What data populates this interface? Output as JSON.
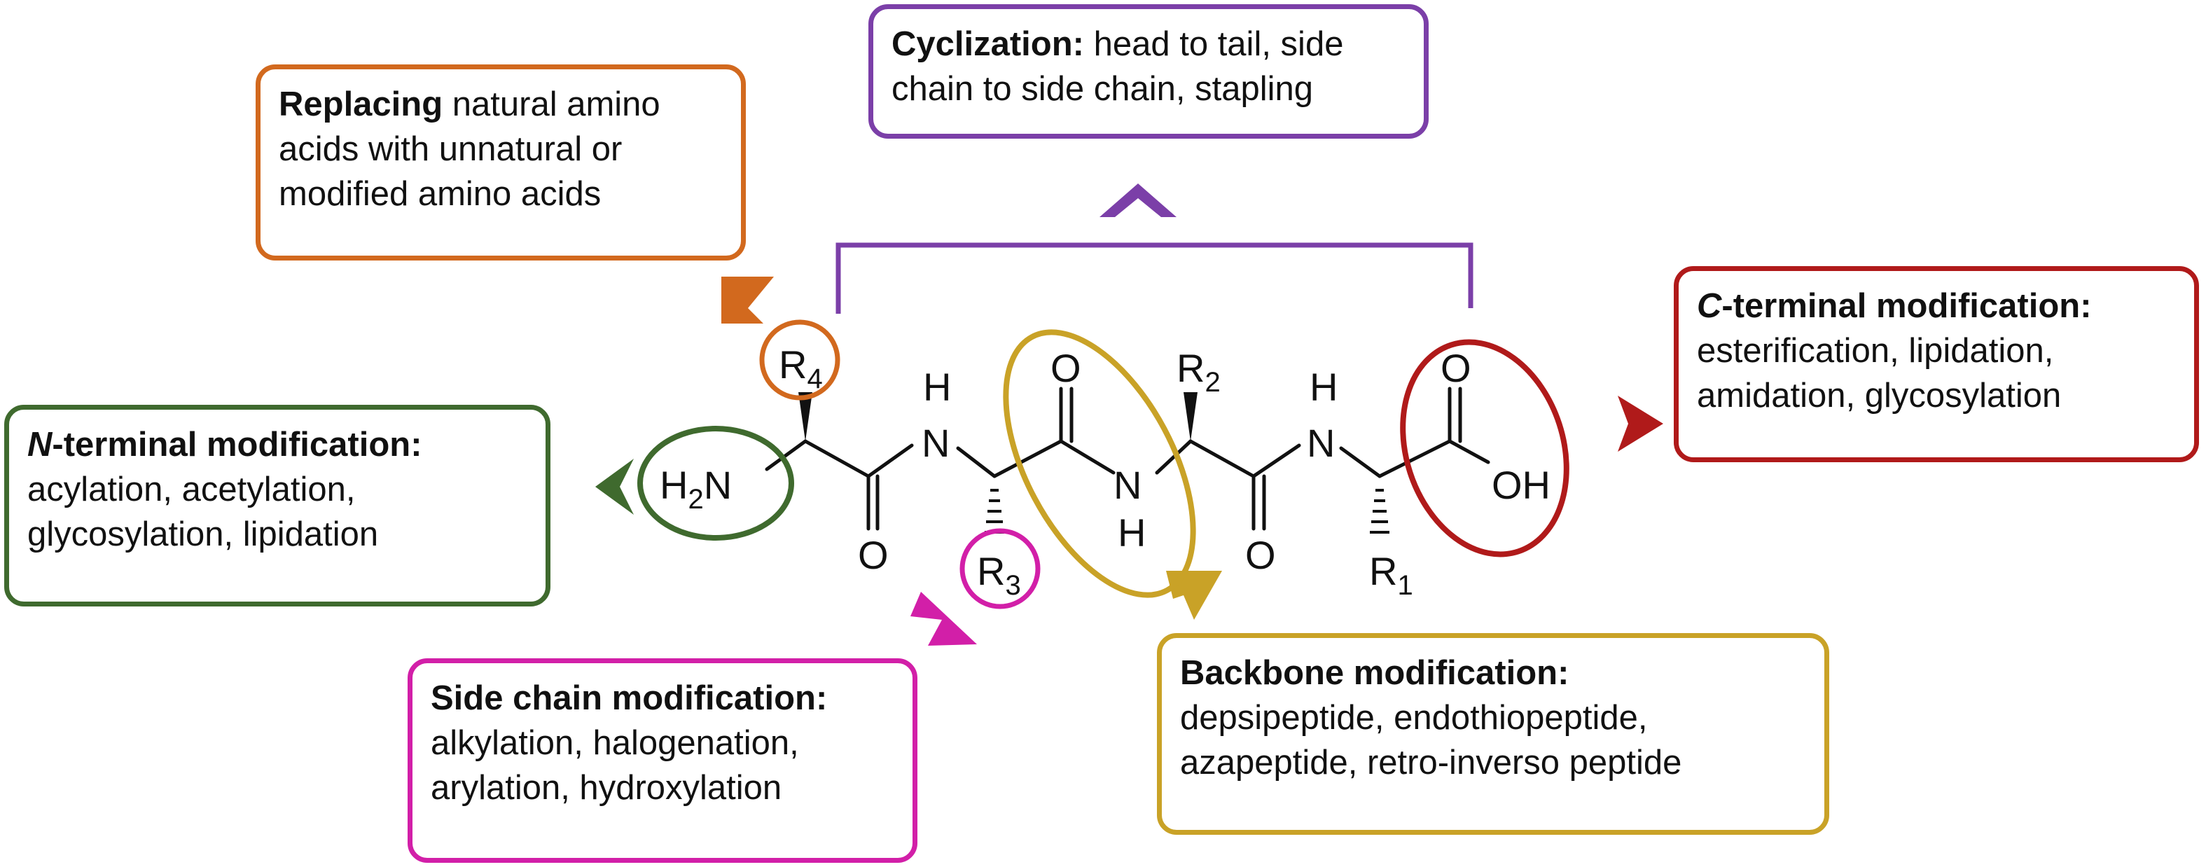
{
  "colors": {
    "cyclization": "#7b3fa8",
    "replacing": "#d2691e",
    "n_terminal": "#3f6a2e",
    "c_terminal": "#b01a1a",
    "side_chain": "#d21fa8",
    "backbone": "#c9a227",
    "bond": "#111111"
  },
  "boxes": {
    "cyclization": {
      "bold": "Cyclization:",
      "line1_rest": " head to tail, side",
      "line2": "chain to side chain, stapling"
    },
    "replacing": {
      "bold": "Replacing",
      "line1_rest": " natural amino",
      "line2": "acids with unnatural or",
      "line3": "modified amino acids"
    },
    "c_terminal": {
      "italic": "C",
      "bold": "-terminal modification:",
      "line2": "esterification, lipidation,",
      "line3": "amidation, glycosylation"
    },
    "n_terminal": {
      "italic": "N",
      "bold": "-terminal modification:",
      "line2": "acylation, acetylation,",
      "line3": "glycosylation, lipidation"
    },
    "side_chain": {
      "bold": "Side chain modification:",
      "line2": "alkylation, halogenation,",
      "line3": "arylation, hydroxylation"
    },
    "backbone": {
      "bold": "Backbone modification:",
      "line2": "depsipeptide, endothiopeptide,",
      "line3": "azapeptide, retro-inverso peptide"
    }
  },
  "molecule": {
    "r4": "R",
    "r4_sub": "4",
    "h2n_h": "H",
    "h2n_sub": "2",
    "h2n_n": "N",
    "nh1_h": "H",
    "nh1_n": "N",
    "o1": "O",
    "r3": "R",
    "r3_sub": "3",
    "o2": "O",
    "nh2_n": "N",
    "nh2_h": "H",
    "r2": "R",
    "r2_sub": "2",
    "nh3_h": "H",
    "nh3_n": "N",
    "o3": "O",
    "r1": "R",
    "r1_sub": "1",
    "o4": "O",
    "oh": "OH"
  }
}
